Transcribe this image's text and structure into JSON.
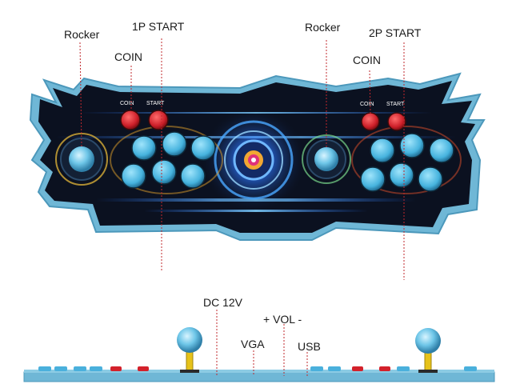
{
  "labels": {
    "rocker_left": "Rocker",
    "start_1p": "1P START",
    "coin_left": "COIN",
    "rocker_right": "Rocker",
    "start_2p": "2P START",
    "coin_right": "COIN",
    "dc": "DC 12V",
    "vol": "+ VOL -",
    "vga": "VGA",
    "usb": "USB"
  },
  "panel_print": {
    "left_coin": "COIN",
    "left_start": "START",
    "right_coin": "COIN",
    "right_start": "START"
  },
  "colors": {
    "panel_edge": "#6fb7d6",
    "panel_face": "#0b1120",
    "button_blue": "#5ec6ea",
    "button_red": "#d3212b",
    "leader_red": "#c0282d",
    "stick_yellow": "#e6c21a"
  }
}
